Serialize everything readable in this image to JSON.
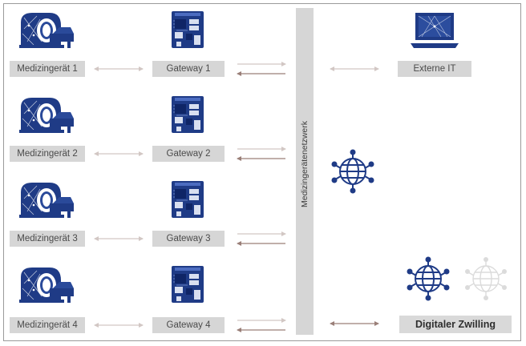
{
  "devices": [
    {
      "label": "Medizingerät 1"
    },
    {
      "label": "Medizingerät 2"
    },
    {
      "label": "Medizingerät 3"
    },
    {
      "label": "Medizingerät 4"
    }
  ],
  "gateways": [
    {
      "label": "Gateway 1"
    },
    {
      "label": "Gateway 2"
    },
    {
      "label": "Gateway 3"
    },
    {
      "label": "Gateway 4"
    }
  ],
  "network": {
    "label": "Medizingerätenetzwerk"
  },
  "external_it": {
    "label": "Externe IT"
  },
  "digital_twin": {
    "label": "Digitaler Zwilling"
  },
  "colors": {
    "primary": "#1f3b86",
    "bar": "#d6d6d6",
    "arrow": "#9a7f78",
    "arrow_faint": "#d2c7c4"
  },
  "icons": {
    "device": "mri-scanner-icon",
    "gateway": "circuit-board-icon",
    "network": "network-globe-icon",
    "external": "laptop-icon",
    "twin": "network-globe-icon"
  }
}
